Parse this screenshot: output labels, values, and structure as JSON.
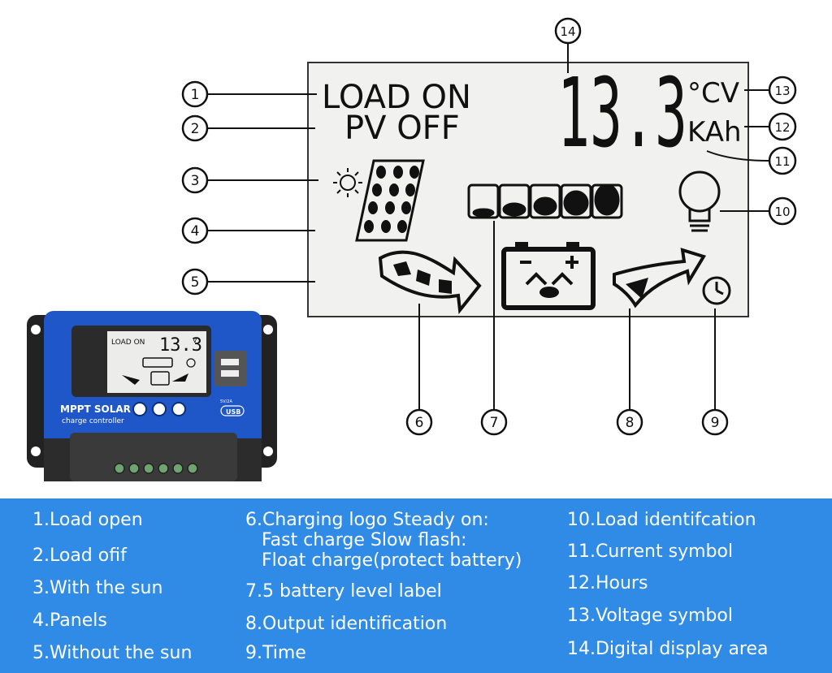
{
  "lcd": {
    "load_status": "LOAD ON",
    "pv_status": "PV OFF",
    "reading": "13.3",
    "unit_temp_volt": "°CV",
    "unit_current_hours": "KAh"
  },
  "device": {
    "brand": "MPPT SOLAR",
    "subtitle": "charge controller",
    "mini_status": "LOAD ON",
    "mini_reading": "13.3",
    "mini_unit": "V",
    "usb_label": "USB",
    "usb_rating": "5V/2A"
  },
  "callouts": [
    "1",
    "2",
    "3",
    "4",
    "5",
    "6",
    "7",
    "8",
    "9",
    "10",
    "11",
    "12",
    "13",
    "14"
  ],
  "legend": {
    "col1": [
      "1.Load open",
      "2.Load ofif",
      "3.With the sun",
      "4.Panels",
      "5.Without the sun"
    ],
    "col2": {
      "item6": [
        "6.Charging logo Steady on:",
        "Fast charge Slow flash:",
        "Float charge(protect battery)"
      ],
      "rest": [
        "7.5 battery level label",
        "8.Output identification",
        "9.Time"
      ]
    },
    "col3": [
      "10.Load identifcation",
      "11.Current symbol",
      "12.Hours",
      "13.Voltage symbol",
      "14.Digital display area"
    ]
  },
  "colors": {
    "legend_bg": "#2f8be6",
    "device_blue": "#1f56c8",
    "lcd_bg": "#f1f1ef"
  }
}
